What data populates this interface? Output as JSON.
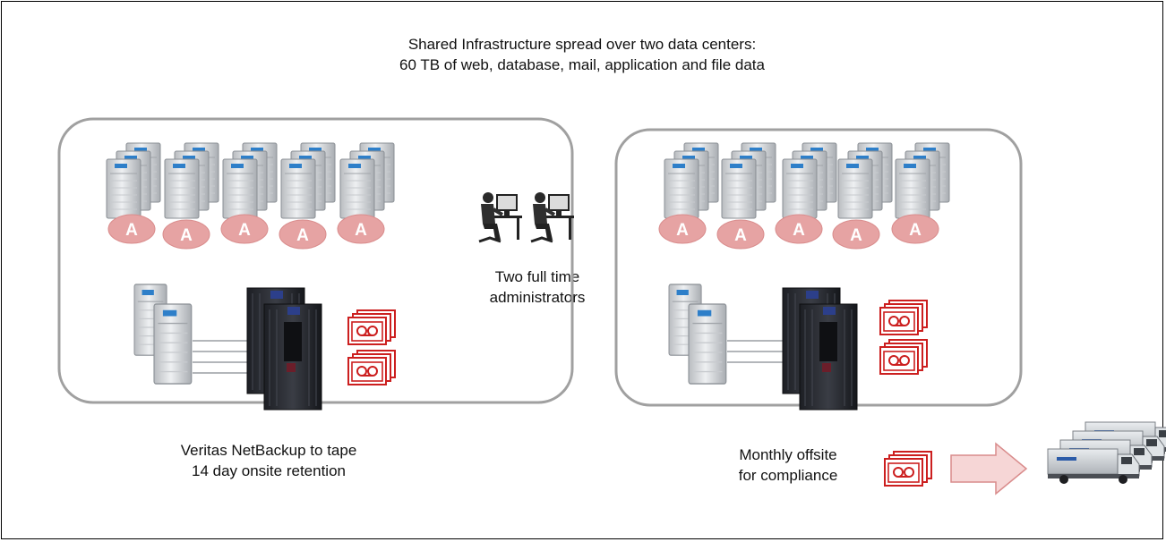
{
  "title": {
    "line1": "Shared Infrastructure  spread over two data centers:",
    "line2": "60 TB of web, database, mail, application and file data"
  },
  "server_badge_letter": "A",
  "admins": {
    "line1": "Two full time",
    "line2": "administrators"
  },
  "left_caption": {
    "line1": "Veritas NetBackup to tape",
    "line2": "14 day onsite retention"
  },
  "right_caption": {
    "line1": "Monthly offsite",
    "line2": "for compliance"
  },
  "colors": {
    "tape_red": "#cc1f1f",
    "badge_pink": "#e8a0a0",
    "arrow_fill": "#f6d6d6",
    "container_border": "#a0a0a0"
  }
}
